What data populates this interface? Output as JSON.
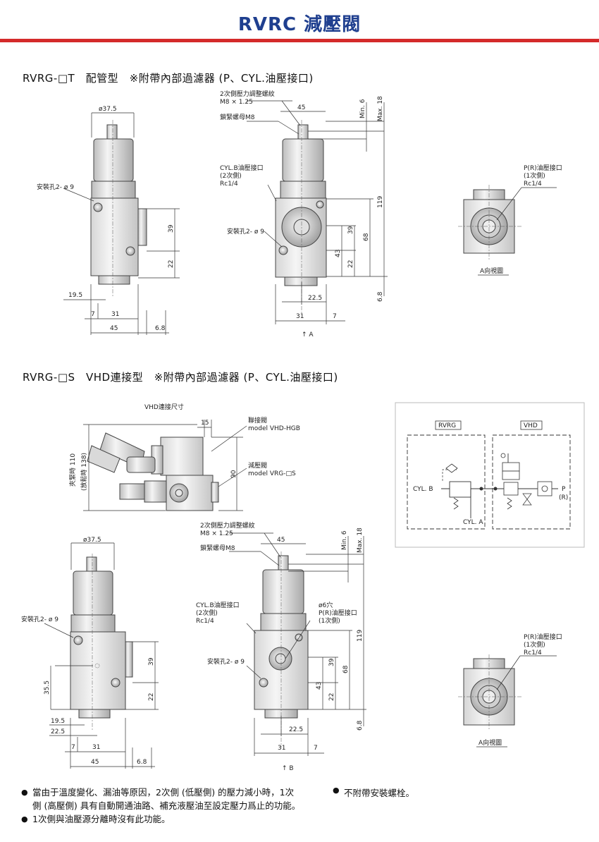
{
  "header": {
    "title": "RVRC 減壓閥"
  },
  "section1": {
    "heading": "RVRG-□T　配管型　※附帶內部過濾器 (P、CYL.油壓接口)",
    "side": {
      "d375": "ø37.5",
      "mount": "安裝孔2- ø 9",
      "d39": "39",
      "d22": "22",
      "d195": "19.5",
      "d7": "7",
      "d31": "31",
      "d45": "45",
      "d68b": "6.8"
    },
    "front": {
      "adj": "2次側壓力調整螺紋",
      "m8": "M8 × 1.25",
      "lock": "鎖緊螺母M8",
      "d45": "45",
      "cylb1": "CYL.B油壓接口",
      "cylb2": "(2次側)",
      "cylb3": "Rc1/4",
      "mount": "安裝孔2- ø 9",
      "min6": "Min. 6",
      "max18": "Max. 18",
      "d119": "119",
      "d68": "68",
      "d43": "43",
      "d39": "39",
      "d22": "22",
      "d225": "22.5",
      "d31": "31",
      "d7": "7",
      "d68b": "6.8",
      "arrow": "↑ A"
    },
    "aview": {
      "pr1": "P(R)油壓接口",
      "pr2": "(1次側)",
      "pr3": "Rc1/4",
      "caption": "A向視圖"
    }
  },
  "section2": {
    "heading": "RVRG-□S　VHD連接型　※附帶內部過濾器 (P、CYL.油壓接口)",
    "vhd": {
      "title": "VHD連接尺寸",
      "d15": "15",
      "d90": "90",
      "clamp1": "夾緊時 110",
      "clamp2": "(放鬆時 138)",
      "conn1": "聯接閥",
      "conn2": "model VHD-HGB",
      "red1": "減壓閥",
      "red2": "model VRG-□S"
    },
    "circuit": {
      "rvrg": "RVRG",
      "vhd": "VHD",
      "cylb": "CYL. B",
      "cyla": "CYL. A",
      "p": "P",
      "r": "(R)"
    },
    "side": {
      "d375": "ø37.5",
      "mount": "安裝孔2- ø 9",
      "d39": "39",
      "d22": "22",
      "d355": "35.5",
      "d195": "19.5",
      "d225": "22.5",
      "d7": "7",
      "d31": "31",
      "d45": "45",
      "d68b": "6.8"
    },
    "front": {
      "adj": "2次側壓力調整螺紋",
      "m8": "M8 × 1.25",
      "lock": "鎖緊螺母M8",
      "d45": "45",
      "cylb1": "CYL.B油壓接口",
      "cylb2": "(2次側)",
      "cylb3": "Rc1/4",
      "hole1": "ø6穴",
      "hole2": "P(R)油壓接口",
      "hole3": "(1次側)",
      "mount": "安裝孔2- ø 9",
      "min6": "Min. 6",
      "max18": "Max. 18",
      "d119": "119",
      "d68": "68",
      "d43": "43",
      "d39": "39",
      "d22": "22",
      "d225": "22.5",
      "d31": "31",
      "d7": "7",
      "d68b": "6.8",
      "arrow": "↑ B"
    },
    "aview": {
      "pr1": "P(R)油壓接口",
      "pr2": "(1次側)",
      "pr3": "Rc1/4",
      "caption": "A向視圖"
    }
  },
  "notes": {
    "n1a": "當由于溫度變化、漏油等原因，2次側 (低壓側) 的壓力減小時，1次",
    "n1b": "側 (高壓側) 具有自動開通油路、補充液壓油至設定壓力爲止的功能。",
    "n2": "1次側與油壓源分離時沒有此功能。",
    "n3": "不附帶安裝螺栓。"
  },
  "colors": {
    "title": "#1f3f8f",
    "bar": "#d42a2a",
    "body": "#e6e6e6"
  }
}
